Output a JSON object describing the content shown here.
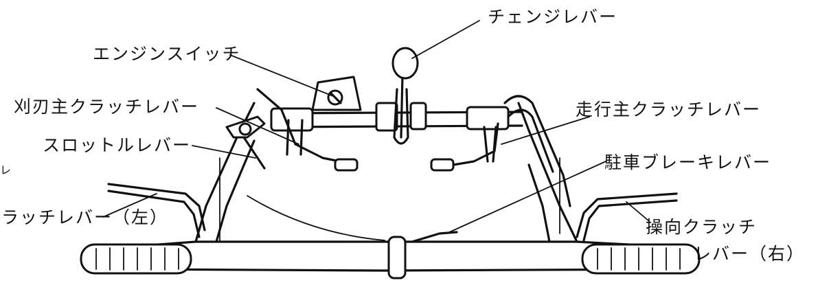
{
  "labels": {
    "change_lever": "チェンジレバー",
    "engine_switch": "エンジンスイッチ",
    "mower_main_clutch_lever": "刈刃主クラッチレバー",
    "travel_main_clutch_lever": "走行主クラッチレバー",
    "throttle_lever": "スロットルレバー",
    "parking_brake_lever": "駐車ブレーキレバー",
    "left_fragment": "レ",
    "steering_clutch_left": "ラッチレバー（左）",
    "steering_clutch_right_line1": "操向クラッチ",
    "steering_clutch_right_line2": "レバー（右）"
  }
}
